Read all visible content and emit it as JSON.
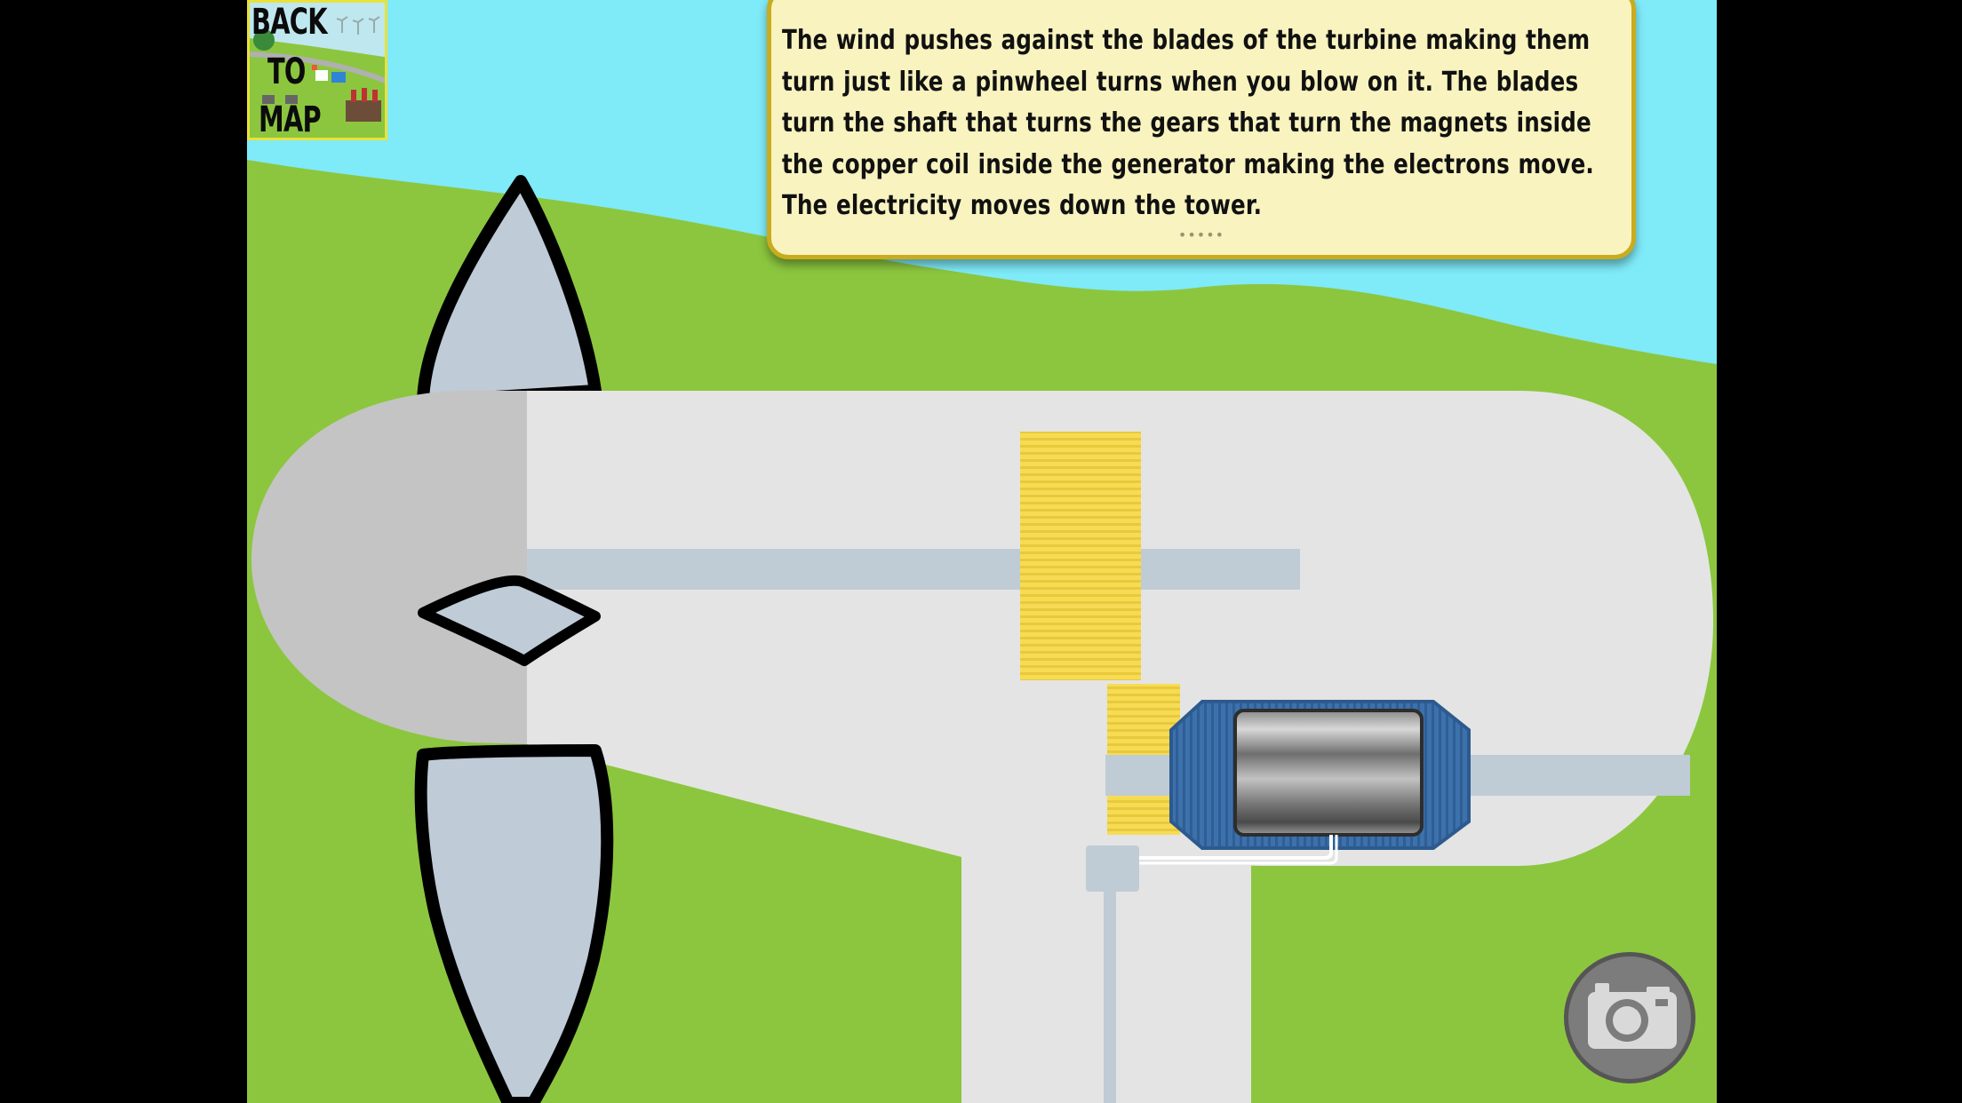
{
  "navigation": {
    "back_to_map_line1": "BACK",
    "back_to_map_line2": "TO",
    "back_to_map_line3": "MAP"
  },
  "info_box": {
    "text": "The wind pushes against the blades of the turbine making them\nturn just like a pinwheel turns when you blow on it.  The blades\nturn the shaft that turns the gears that turn the magnets inside\nthe copper coil inside the generator making the electrons move.\nThe electricity moves down the tower.",
    "more_indicator": "•••••"
  },
  "camera": {
    "icon": "camera-icon"
  },
  "colors": {
    "sky": "#7feaf8",
    "grass": "#8cc63f",
    "nacelle": "#e4e4e4",
    "nose_cone": "#c4c4c4",
    "blade": "#bfcbd6",
    "shaft": "#bfccd5",
    "gear": "#f4d84a",
    "generator": "#3c6fa8",
    "info_border": "#c9ac1e",
    "info_background": "#f8f3bf"
  }
}
